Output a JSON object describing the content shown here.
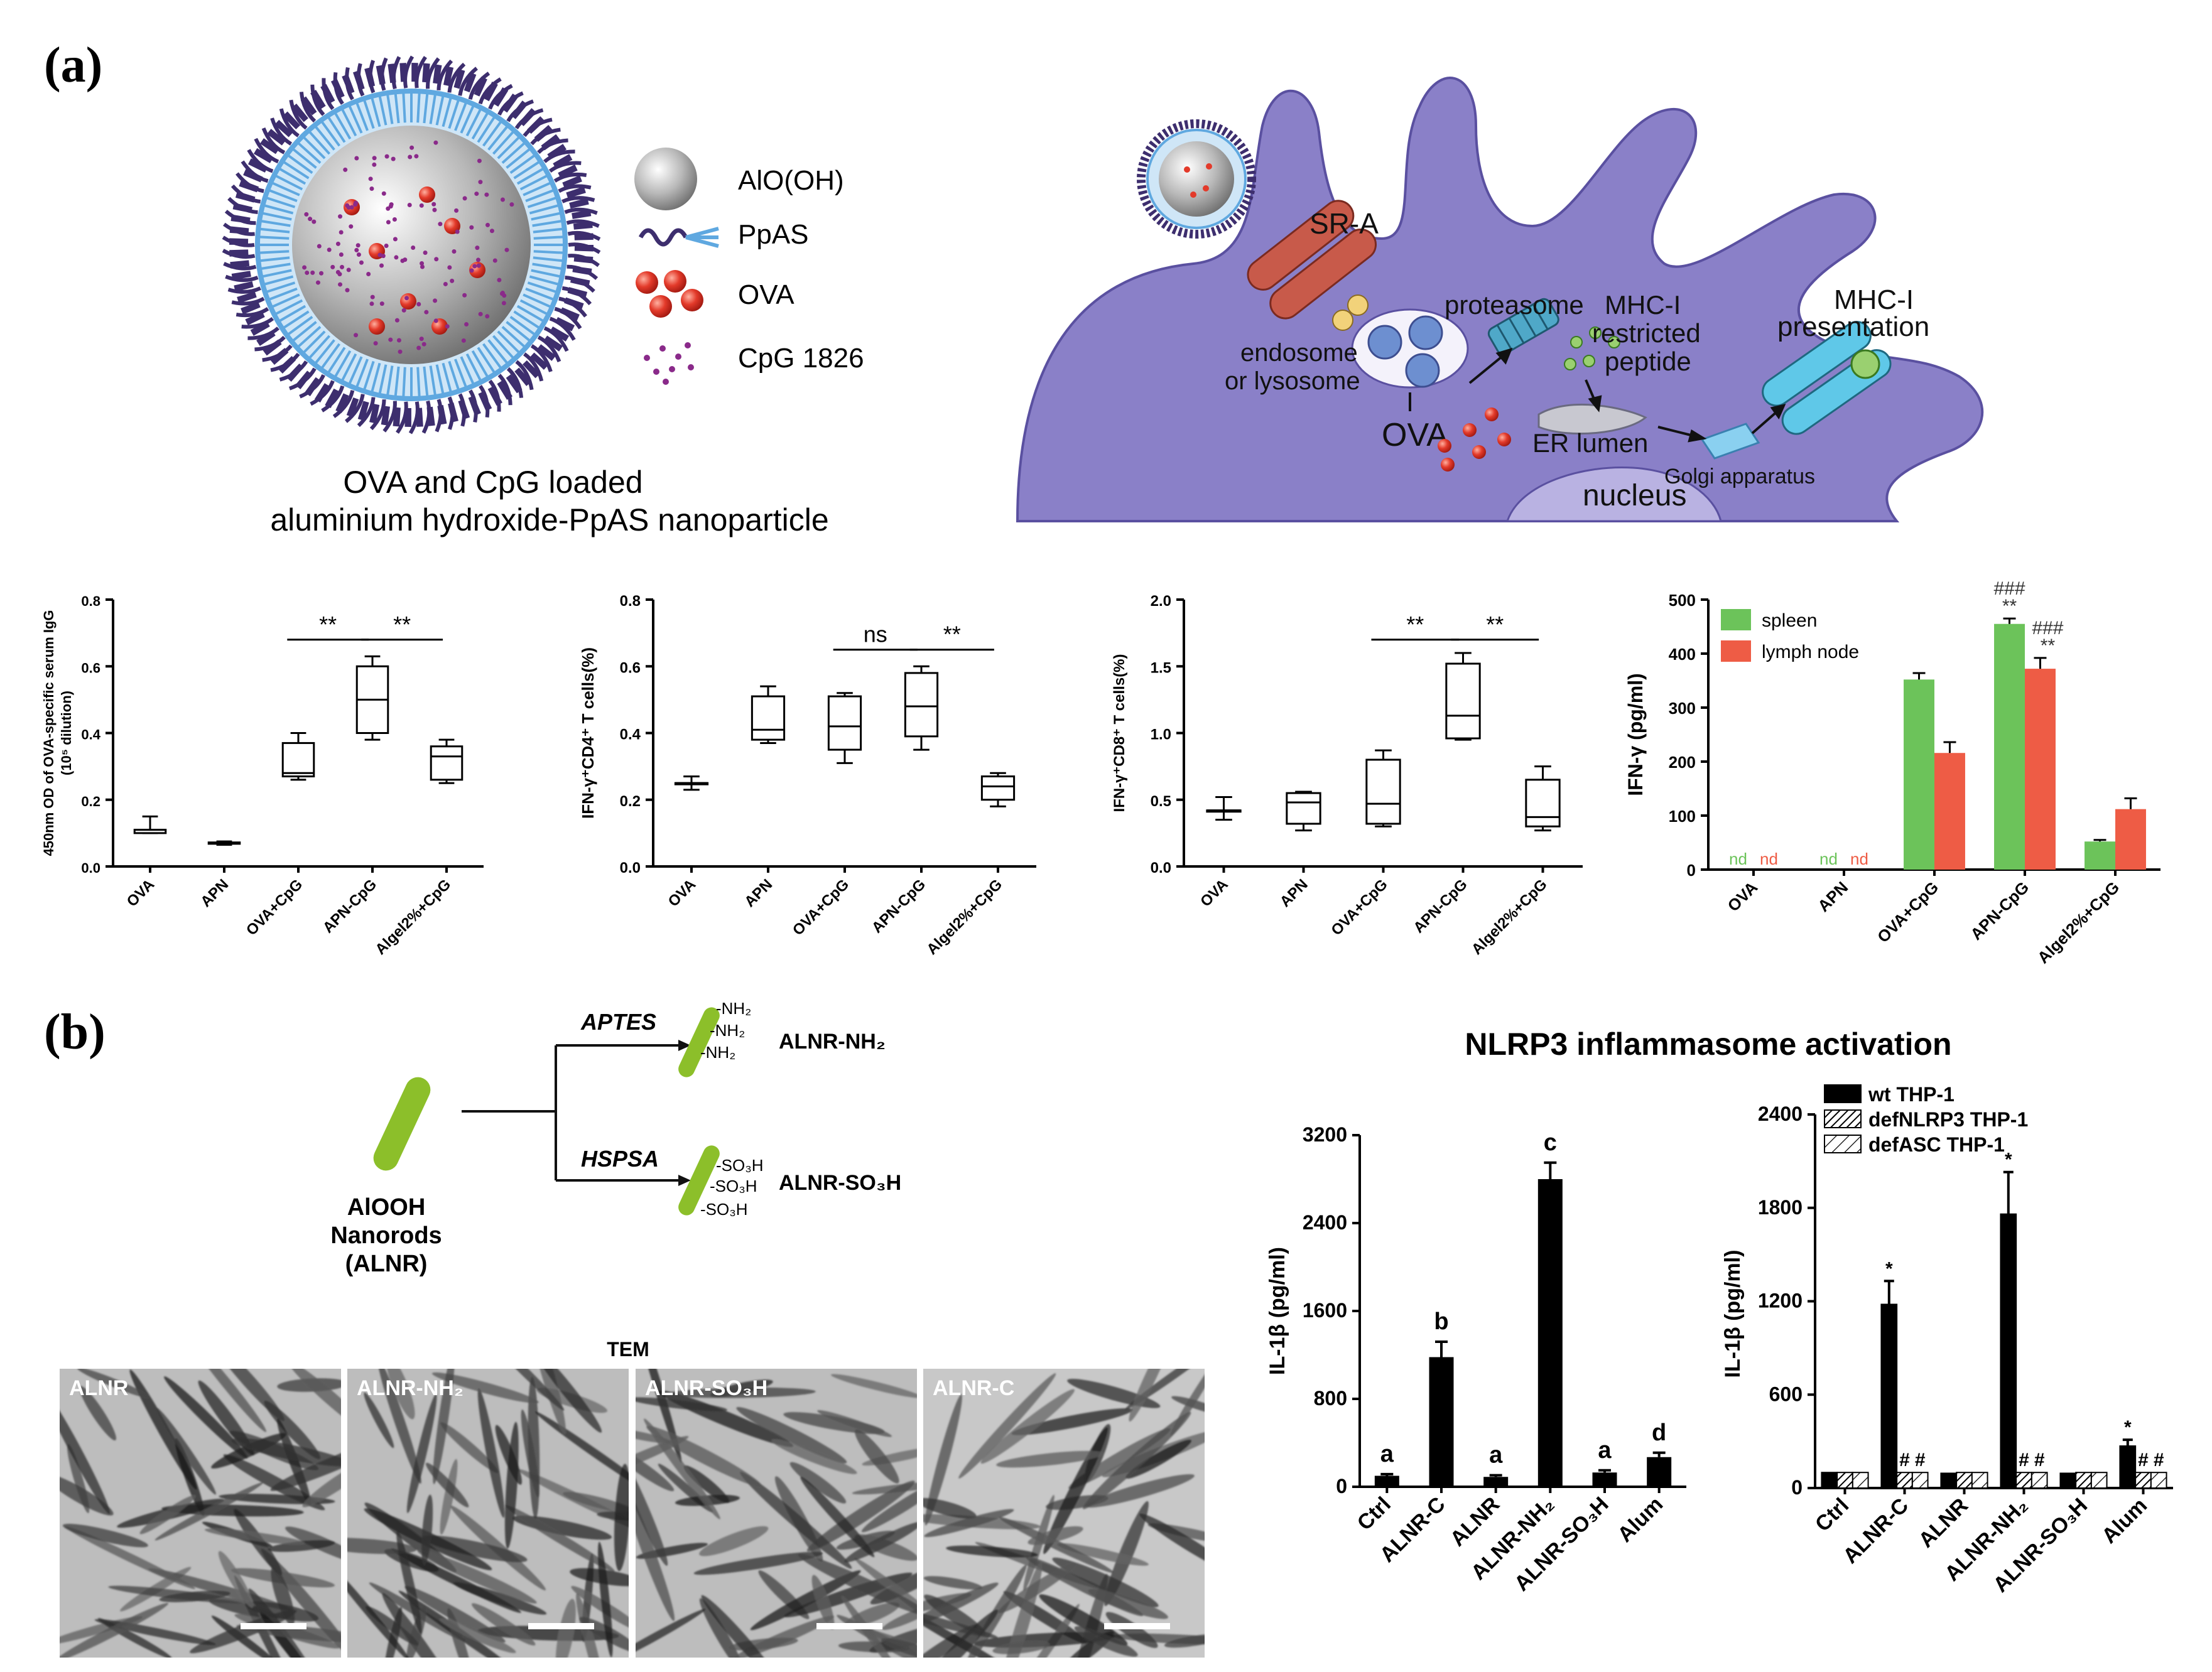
{
  "panel_labels": {
    "a": "(a)",
    "b": "(b)"
  },
  "schematic": {
    "legend": [
      {
        "label": "AlO(OH)",
        "icon": "grey-sphere"
      },
      {
        "label": "PpAS",
        "icon": "polymer-chain"
      },
      {
        "label": "OVA",
        "icon": "red-spheres"
      },
      {
        "label": "CpG 1826",
        "icon": "purple-dots"
      }
    ],
    "caption_line1": "OVA and CpG loaded",
    "caption_line2": "aluminium hydroxide-PpAS nanoparticle",
    "cell_labels": {
      "sra": "SR-A",
      "proteasome": "proteasome",
      "mhc_peptide_1": "MHC-I",
      "mhc_peptide_2": "restricted",
      "mhc_peptide_3": "peptide",
      "presentation_1": "MHC-I",
      "presentation_2": "presentation",
      "endosome_1": "endosome",
      "endosome_2": "or lysosome",
      "ova": "OVA",
      "er": "ER lumen",
      "golgi": "Golgi apparatus",
      "nucleus": "nucleus"
    },
    "colors": {
      "cell": "#8a80c8",
      "cell_dark": "#6d63b0",
      "shell": "#5fa8e0",
      "chain": "#3d2e6e",
      "ova": "#e33a2a",
      "cpg": "#8a2a8a"
    }
  },
  "synthesis": {
    "nanorod_label_1": "AlOOH",
    "nanorod_label_2": "Nanorods",
    "nanorod_label_3": "(ALNR)",
    "reagent_top": "APTES",
    "reagent_bottom": "HSPSA",
    "product_top": "ALNR-NH₂",
    "product_bottom": "ALNR-SO₃H",
    "groups_top": [
      "-NH₂",
      "-NH₂",
      "-NH₂"
    ],
    "groups_bottom": [
      "-SO₃H",
      "-SO₃H",
      "-SO₃H"
    ],
    "rod_color": "#8cbf2a"
  },
  "tem": {
    "title": "TEM",
    "panels": [
      "ALNR",
      "ALNR-NH₂",
      "ALNR-SO₃H",
      "ALNR-C"
    ]
  },
  "nlrp3_title": "NLRP3 inflammasome  activation",
  "chart_data": [
    {
      "id": "igg",
      "type": "box",
      "ylabel_line1": "450nm OD of OVA-specific serum IgG",
      "ylabel_line2": "(10⁵ dilution)",
      "ylim": [
        0,
        0.8
      ],
      "yticks": [
        "0.0",
        "0.2",
        "0.4",
        "0.6",
        "0.8"
      ],
      "categories": [
        "OVA",
        "APN",
        "OVA+CpG",
        "APN-CpG",
        "Algel2%+CpG"
      ],
      "boxes": [
        {
          "min": 0.1,
          "q1": 0.1,
          "median": 0.11,
          "q3": 0.11,
          "max": 0.15
        },
        {
          "min": 0.065,
          "q1": 0.068,
          "median": 0.07,
          "q3": 0.072,
          "max": 0.075
        },
        {
          "min": 0.26,
          "q1": 0.27,
          "median": 0.28,
          "q3": 0.37,
          "max": 0.4
        },
        {
          "min": 0.38,
          "q1": 0.4,
          "median": 0.5,
          "q3": 0.6,
          "max": 0.63
        },
        {
          "min": 0.25,
          "q1": 0.26,
          "median": 0.33,
          "q3": 0.36,
          "max": 0.38
        }
      ],
      "brackets": [
        {
          "from": 2,
          "to": 3,
          "label": "**",
          "y": 0.68
        },
        {
          "from": 3,
          "to": 4,
          "label": "**",
          "y": 0.68
        }
      ]
    },
    {
      "id": "cd4",
      "type": "box",
      "ylabel": "IFN-γ⁺CD4⁺ T cells(%)",
      "ylim": [
        0,
        0.8
      ],
      "yticks": [
        "0.0",
        "0.2",
        "0.4",
        "0.6",
        "0.8"
      ],
      "categories": [
        "OVA",
        "APN",
        "OVA+CpG",
        "APN-CpG",
        "Algel2%+CpG"
      ],
      "boxes": [
        {
          "min": 0.23,
          "q1": 0.25,
          "median": 0.25,
          "q3": 0.25,
          "max": 0.27
        },
        {
          "min": 0.37,
          "q1": 0.38,
          "median": 0.41,
          "q3": 0.51,
          "max": 0.54
        },
        {
          "min": 0.31,
          "q1": 0.35,
          "median": 0.42,
          "q3": 0.51,
          "max": 0.52
        },
        {
          "min": 0.35,
          "q1": 0.39,
          "median": 0.48,
          "q3": 0.58,
          "max": 0.6
        },
        {
          "min": 0.18,
          "q1": 0.2,
          "median": 0.24,
          "q3": 0.27,
          "max": 0.28
        }
      ],
      "brackets": [
        {
          "from": 2,
          "to": 3,
          "label": "ns",
          "y": 0.65
        },
        {
          "from": 3,
          "to": 4,
          "label": "**",
          "y": 0.65
        }
      ]
    },
    {
      "id": "cd8",
      "type": "box",
      "ylabel": "IFN-γ⁺CD8⁺ T cells(%)",
      "ylim": [
        0,
        2.0
      ],
      "yticks": [
        "0.0",
        "0.5",
        "1.0",
        "1.5",
        "2.0"
      ],
      "categories": [
        "OVA",
        "APN",
        "OVA+CpG",
        "APN-CpG",
        "Algel2%+CpG"
      ],
      "boxes": [
        {
          "min": 0.35,
          "q1": 0.42,
          "median": 0.42,
          "q3": 0.42,
          "max": 0.52
        },
        {
          "min": 0.27,
          "q1": 0.32,
          "median": 0.48,
          "q3": 0.55,
          "max": 0.56
        },
        {
          "min": 0.3,
          "q1": 0.32,
          "median": 0.47,
          "q3": 0.8,
          "max": 0.87
        },
        {
          "min": 0.95,
          "q1": 0.96,
          "median": 1.13,
          "q3": 1.52,
          "max": 1.6
        },
        {
          "min": 0.27,
          "q1": 0.3,
          "median": 0.37,
          "q3": 0.65,
          "max": 0.75
        }
      ],
      "brackets": [
        {
          "from": 2,
          "to": 3,
          "label": "**",
          "y": 1.7
        },
        {
          "from": 3,
          "to": 4,
          "label": "**",
          "y": 1.7
        }
      ]
    },
    {
      "id": "ifng",
      "type": "bar",
      "ylabel": "IFN-γ (pg/ml)",
      "ylim": [
        0,
        500
      ],
      "yticks": [
        "0",
        "100",
        "200",
        "300",
        "400",
        "500"
      ],
      "categories": [
        "OVA",
        "APN",
        "OVA+CpG",
        "APN-CpG",
        "Algel2%+CpG"
      ],
      "series": [
        {
          "name": "spleen",
          "color": "#6cc35a",
          "values": [
            null,
            null,
            352,
            455,
            52
          ],
          "errors": [
            0,
            0,
            12,
            10,
            3
          ],
          "annotations": [
            "nd",
            "nd",
            "",
            "###\n**",
            ""
          ]
        },
        {
          "name": "lymph node",
          "color": "#ee5c45",
          "values": [
            null,
            null,
            216,
            372,
            112
          ],
          "errors": [
            0,
            0,
            20,
            20,
            20
          ],
          "annotations": [
            "nd",
            "nd",
            "",
            "###\n**",
            ""
          ]
        }
      ],
      "legend_position": "top-left"
    },
    {
      "id": "il1b-a",
      "type": "bar",
      "ylabel": "IL-1β (pg/ml)",
      "ylim": [
        0,
        3200
      ],
      "yticks": [
        "0",
        "800",
        "1600",
        "2400",
        "3200"
      ],
      "categories": [
        "Ctrl",
        "ALNR-C",
        "ALNR",
        "ALNR-NH₂",
        "ALNR-SO₃H",
        "Alum"
      ],
      "values": [
        100,
        1180,
        90,
        2800,
        130,
        270
      ],
      "errors": [
        15,
        140,
        15,
        150,
        20,
        40
      ],
      "letters": [
        "a",
        "b",
        "a",
        "c",
        "a",
        "d"
      ],
      "color": "#000000"
    },
    {
      "id": "il1b-b",
      "type": "bar",
      "ylabel": "IL-1β (pg/ml)",
      "ylim": [
        0,
        2400
      ],
      "yticks": [
        "0",
        "600",
        "1200",
        "1800",
        "2400"
      ],
      "categories": [
        "Ctrl",
        "ALNR-C",
        "ALNR",
        "ALNR-NH₂",
        "ALNR-SO₃H",
        "Alum"
      ],
      "series": [
        {
          "name": "wt THP-1",
          "values": [
            100,
            1180,
            95,
            1760,
            95,
            270
          ],
          "errors": [
            0,
            150,
            0,
            270,
            0,
            40
          ],
          "marks": [
            "",
            "*",
            "",
            "*",
            "",
            "*"
          ]
        },
        {
          "name": "defNLRP3 THP-1",
          "values": [
            100,
            100,
            100,
            100,
            100,
            100
          ],
          "errors": [
            0,
            0,
            0,
            0,
            0,
            0
          ],
          "marks": [
            "",
            "#",
            "",
            "#",
            "",
            "#"
          ]
        },
        {
          "name": "defASC THP-1",
          "values": [
            100,
            100,
            100,
            100,
            100,
            100
          ],
          "errors": [
            0,
            0,
            0,
            0,
            0,
            0
          ],
          "marks": [
            "",
            "#",
            "",
            "#",
            "",
            "#"
          ]
        }
      ],
      "legend_position": "top-left"
    }
  ]
}
